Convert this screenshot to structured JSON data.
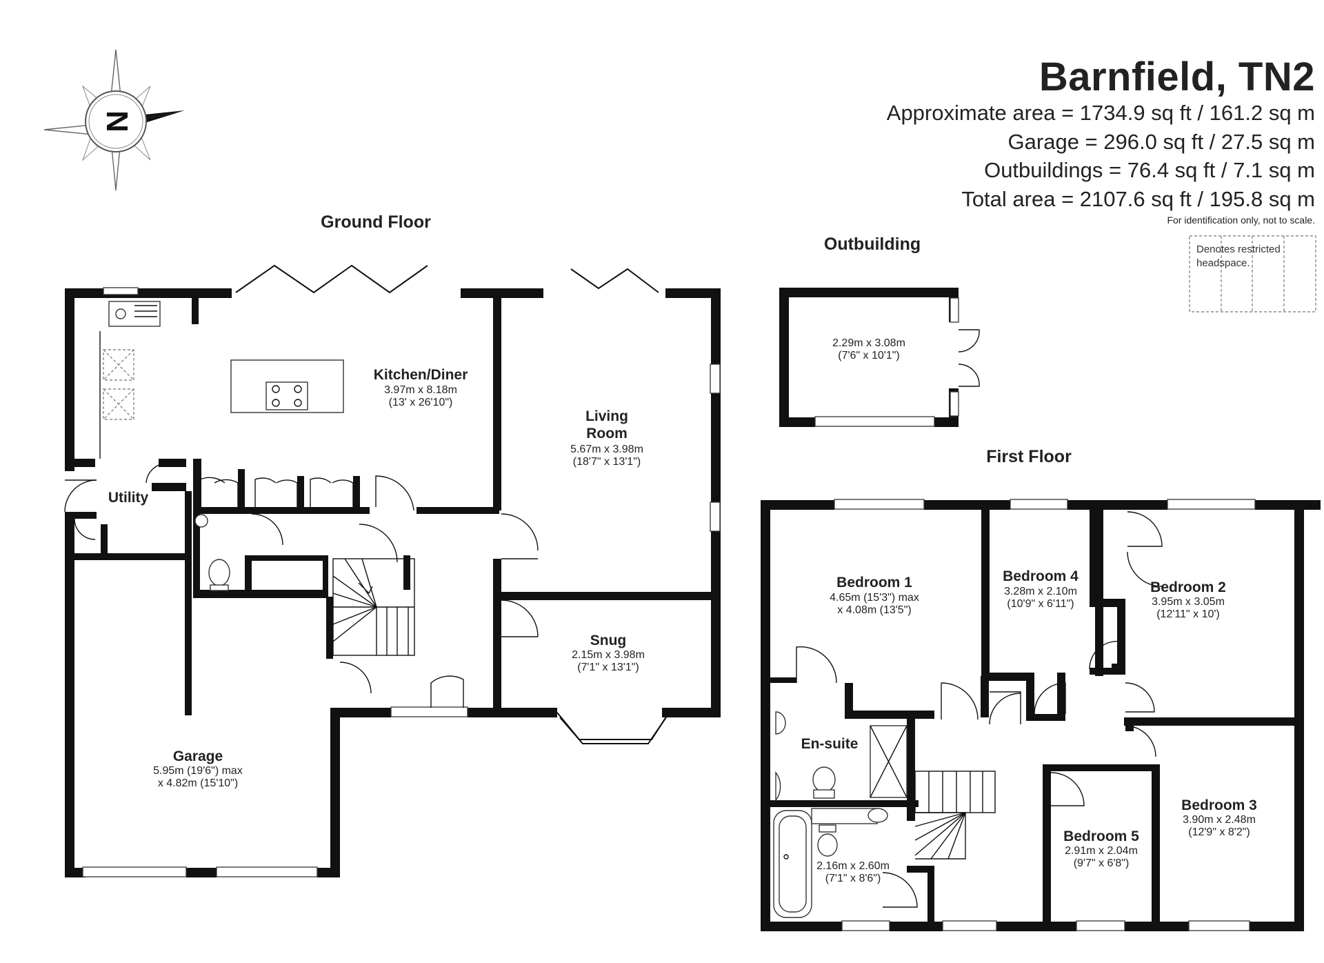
{
  "header": {
    "title": "Barnfield, TN2",
    "areas": [
      "Approximate area = 1734.9 sq ft / 161.2 sq m",
      "Garage = 296.0 sq ft / 27.5 sq m",
      "Outbuildings = 76.4 sq ft / 7.1 sq m",
      "Total area = 2107.6 sq ft / 195.8 sq m"
    ],
    "note": "For identification only, not to scale."
  },
  "legend": {
    "line1": "Denotes restricted",
    "line2": "headspace."
  },
  "compass": {
    "letter": "N"
  },
  "floors": {
    "ground": "Ground Floor",
    "outbuilding": "Outbuilding",
    "first": "First Floor"
  },
  "rooms": {
    "kitchen": {
      "name": "Kitchen/Diner",
      "dim1": "3.97m x 8.18m",
      "dim2": "(13' x 26'10\")"
    },
    "living": {
      "name1": "Living",
      "name2": "Room",
      "dim1": "5.67m x 3.98m",
      "dim2": "(18'7\" x 13'1\")"
    },
    "utility": {
      "name": "Utility"
    },
    "snug": {
      "name": "Snug",
      "dim1": "2.15m x 3.98m",
      "dim2": "(7'1\" x 13'1\")"
    },
    "garage": {
      "name": "Garage",
      "dim1": "5.95m (19'6\") max",
      "dim2": "x 4.82m (15'10\")"
    },
    "outbuilding": {
      "dim1": "2.29m x 3.08m",
      "dim2": "(7'6\" x 10'1\")"
    },
    "bedroom1": {
      "name": "Bedroom 1",
      "dim1": "4.65m (15'3\") max",
      "dim2": "x 4.08m (13'5\")"
    },
    "bedroom4": {
      "name": "Bedroom 4",
      "dim1": "3.28m x 2.10m",
      "dim2": "(10'9\" x 6'11\")"
    },
    "bedroom2": {
      "name": "Bedroom 2",
      "dim1": "3.95m x 3.05m",
      "dim2": "(12'11\" x 10')"
    },
    "ensuite": {
      "name": "En-suite"
    },
    "bathroom": {
      "dim1": "2.16m x 2.60m",
      "dim2": "(7'1\" x 8'6\")"
    },
    "bedroom3": {
      "name": "Bedroom 3",
      "dim1": "3.90m x 2.48m",
      "dim2": "(12'9\" x 8'2\")"
    },
    "bedroom5": {
      "name": "Bedroom 5",
      "dim1": "2.91m x 2.04m",
      "dim2": "(9'7\" x 6'8\")"
    }
  }
}
